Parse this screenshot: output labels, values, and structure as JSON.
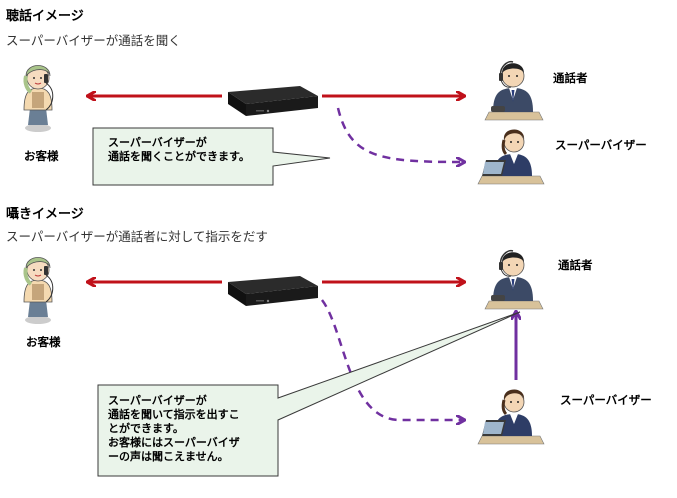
{
  "listen": {
    "title": "聴話イメージ",
    "subtitle": "スーパーバイザーが通話を聞く",
    "customer_label": "お客様",
    "caller_label": "通話者",
    "supervisor_label": "スーパーバイザー",
    "callout": "スーパーバイザーが\n通話を聞くことができます。"
  },
  "whisper": {
    "title": "囁きイメージ",
    "subtitle": "スーパーバイザーが通話者に対して指示をだす",
    "customer_label": "お客様",
    "caller_label": "通話者",
    "supervisor_label": "スーパーバイザー",
    "callout": "スーパーバイザーが\n通話を聞いて指示を出すこ\nとができます。\nお客様にはスーパーバイザ\nーの声は聞こえません。"
  },
  "colors": {
    "red_arrow": "#c0111a",
    "purple_arrow": "#7030a0",
    "callout_fill": "#eaf4ea",
    "callout_border": "#3a3a3a"
  },
  "icons": [
    "customer-figure-icon",
    "pbx-device-icon",
    "caller-operator-icon",
    "supervisor-icon"
  ]
}
